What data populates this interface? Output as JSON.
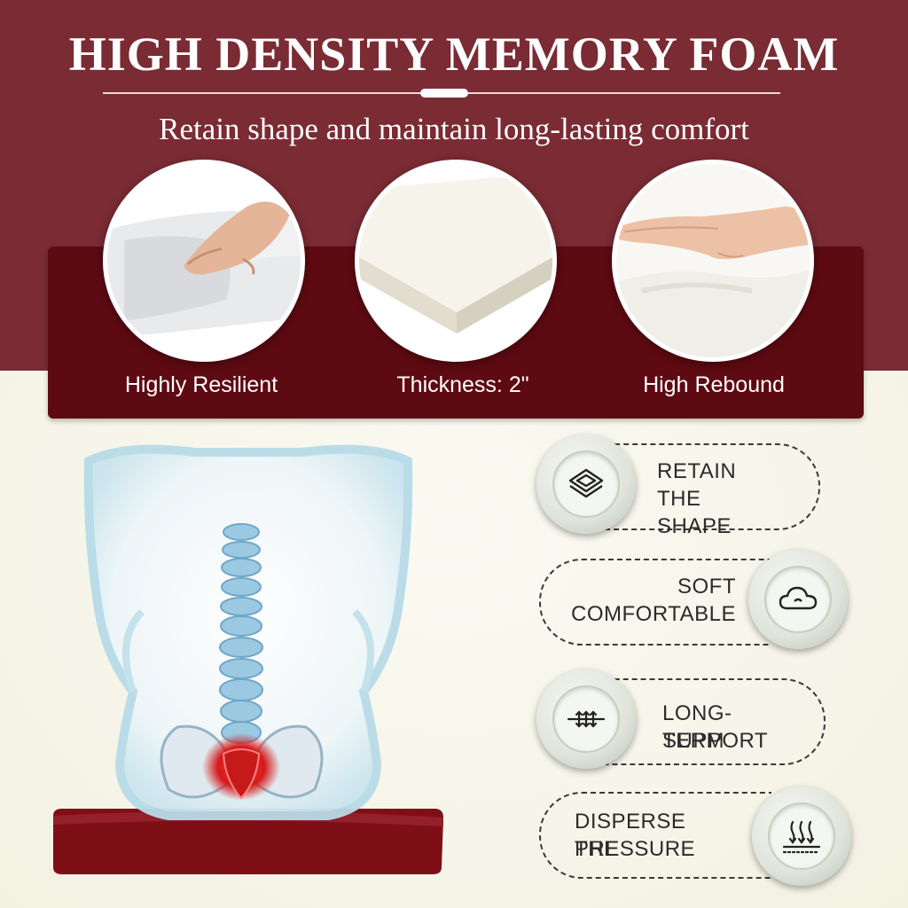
{
  "header": {
    "title": "HIGH DENSITY MEMORY FOAM",
    "subtitle": "Retain shape and maintain long-lasting comfort"
  },
  "properties": [
    {
      "label": "Highly Resilient",
      "image": "hand-pressing-foam-block"
    },
    {
      "label": "Thickness: 2\"",
      "image": "foam-sheet-corner"
    },
    {
      "label": "High Rebound",
      "image": "hand-on-memory-foam"
    }
  ],
  "illustration": {
    "name": "spine-on-cushion-illustration"
  },
  "features": [
    {
      "line1": "RETAIN",
      "line2": "THE SHAPE",
      "icon": "layers-icon"
    },
    {
      "line1": "SOFT",
      "line2": "COMFORTABLE",
      "icon": "cloud-icon"
    },
    {
      "line1": "LONG-TERM",
      "line2": "SUPPORT",
      "icon": "support-arrows-icon"
    },
    {
      "line1": "DISPERSE THE",
      "line2": "PRESSURE",
      "icon": "pressure-waves-icon"
    }
  ],
  "colors": {
    "maroon": "#7a2b33",
    "panel": "#5e0a12",
    "cushion": "#7f0f17",
    "cream": "#f7f5ea"
  }
}
